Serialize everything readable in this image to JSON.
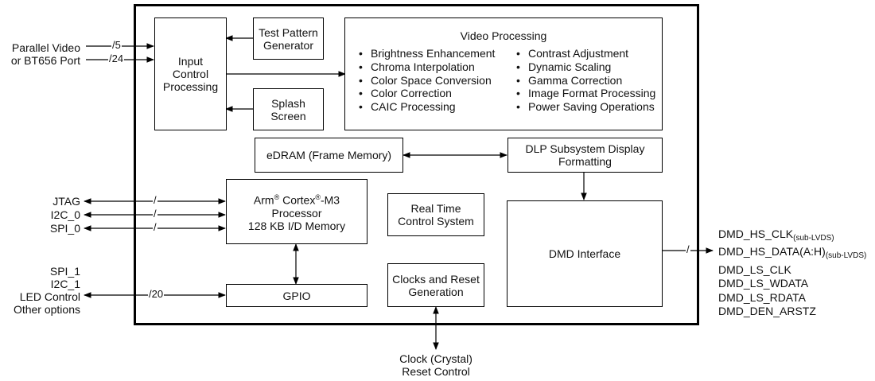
{
  "blocks": {
    "input_control": "Input Control Processing",
    "test_pattern": "Test Pattern Generator",
    "splash": "Splash Screen",
    "video_title": "Video Processing",
    "video_left": [
      "Brightness Enhancement",
      "Chroma Interpolation",
      "Color Space Conversion",
      "Color Correction",
      "CAIC Processing"
    ],
    "video_right": [
      "Contrast Adjustment",
      "Dynamic Scaling",
      "Gamma Correction",
      "Image Format Processing",
      "Power Saving Operations"
    ],
    "edram": "eDRAM (Frame Memory)",
    "dlp": "DLP Subsystem Display Formatting",
    "arm_brand": "Arm",
    "arm_core": "Cortex",
    "arm_model": "-M3",
    "arm_reg": "®",
    "arm_line2": "Processor",
    "arm_line3": "128 KB I/D Memory",
    "rtcs": "Real Time Control System",
    "dmd_interface": "DMD Interface",
    "clocks_reset": "Clocks and Reset Generation",
    "gpio": "GPIO"
  },
  "inputs": {
    "parallel_video": "Parallel Video",
    "bt656": "or BT656 Port",
    "bus_5": "/5",
    "bus_24": "/24",
    "jtag": "JTAG",
    "i2c0": "I2C_0",
    "spi0": "SPI_0",
    "slash": "/",
    "spi1": "SPI_1",
    "i2c1": "I2C_1",
    "led": "LED Control",
    "other": "Other options",
    "bus_20": "/20"
  },
  "outputs": {
    "bus": "/",
    "hs_clk": "DMD_HS_CLK",
    "hs_clk_sub": "(sub-LVDS)",
    "hs_data": "DMD_HS_DATA(A:H)",
    "hs_data_sub": "(sub-LVDS)",
    "ls_clk": "DMD_LS_CLK",
    "ls_wdata": "DMD_LS_WDATA",
    "ls_rdata": "DMD_LS_RDATA",
    "den": "DMD_DEN_ARSTZ"
  },
  "bottom": {
    "clock": "Clock (Crystal)",
    "reset": "Reset Control"
  }
}
